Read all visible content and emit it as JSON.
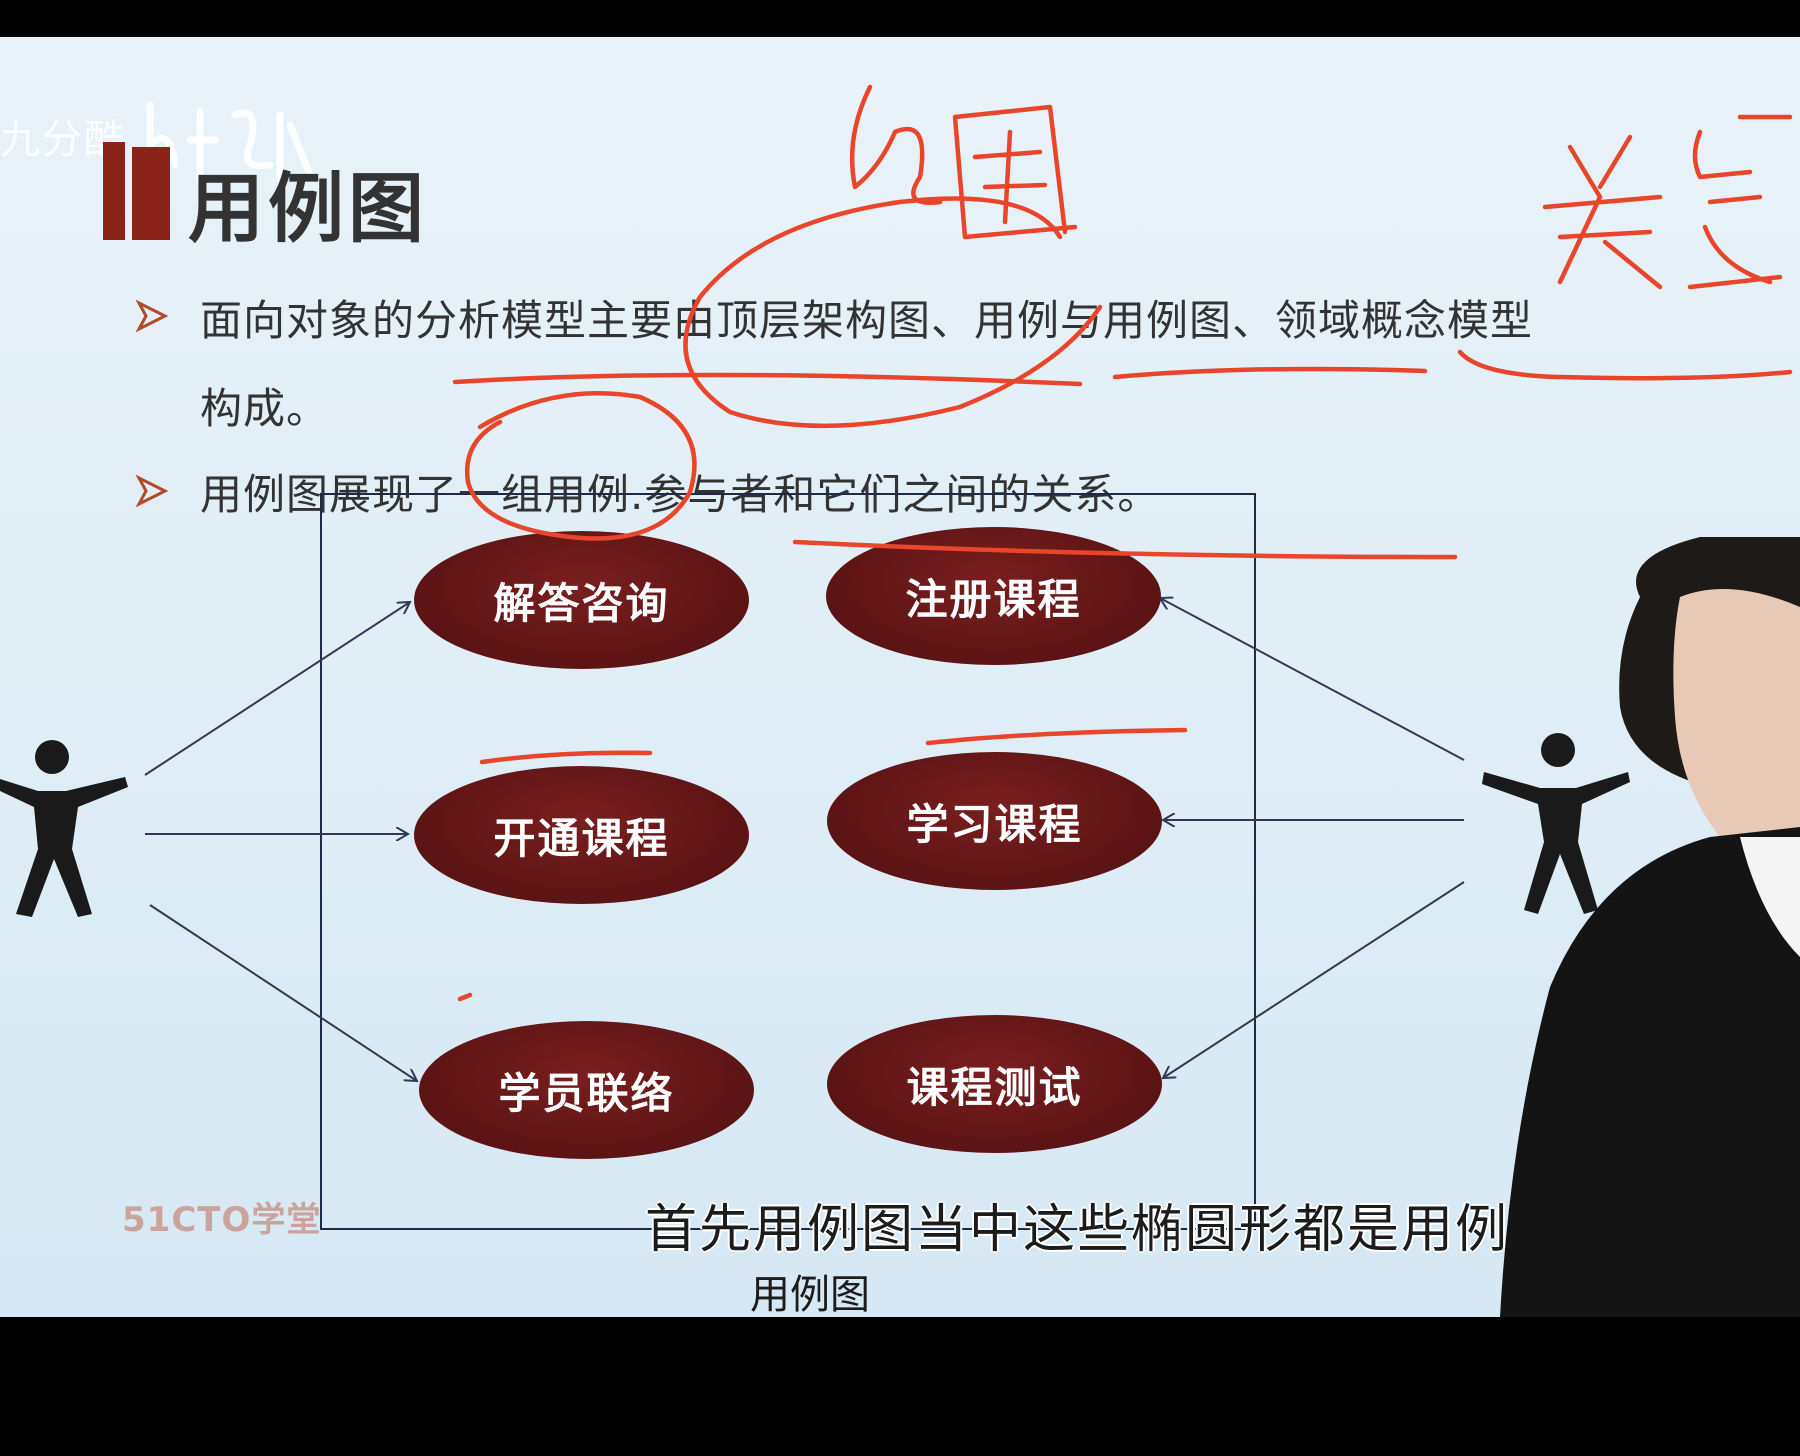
{
  "watermark": {
    "text": "九分酷"
  },
  "slide": {
    "title": "用例图",
    "bullets": [
      {
        "line1": "面向对象的分析模型主要由顶层架构图、用例与用例图、领域概念模型",
        "line2": "构成。"
      },
      {
        "line1": "用例图展现了一组用例.参与者和它们之间的关系。"
      }
    ]
  },
  "diagram": {
    "use_cases": [
      "解答咨询",
      "注册课程",
      "开通课程",
      "学习课程",
      "学员联络",
      "课程测试"
    ]
  },
  "annotations": {
    "handwritten_1": "包图",
    "handwritten_2": "关系"
  },
  "brand": "51CTO学堂",
  "subtitle": "首先用例图当中这些椭圆形都是用例",
  "caption": "用例图",
  "colors": {
    "title_bar": "#8a2418",
    "use_case_fill": "#5c1414",
    "ink": "#e8452a",
    "slide_bg": "#e4eff7"
  }
}
